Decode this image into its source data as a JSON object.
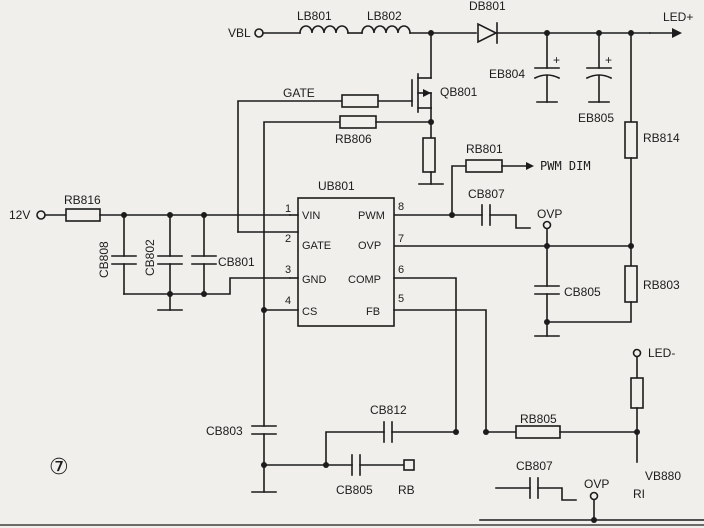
{
  "colors": {
    "ink": "#1c1c1c",
    "paper": "#f1efec"
  },
  "rails": {
    "vbl": "VBL",
    "v12": "12V",
    "led_plus": "LED+",
    "led_minus": "LED-",
    "gate_net": "GATE",
    "pwm_dim": "PWM DIM",
    "ovp_top": "OVP",
    "ovp_bottom": "OVP"
  },
  "ic": {
    "name": "UB801",
    "left_pins": [
      {
        "num": "1",
        "name": "VIN"
      },
      {
        "num": "2",
        "name": "GATE"
      },
      {
        "num": "3",
        "name": "GND"
      },
      {
        "num": "4",
        "name": "CS"
      }
    ],
    "right_pins": [
      {
        "num": "8",
        "name": "PWM"
      },
      {
        "num": "7",
        "name": "OVP"
      },
      {
        "num": "6",
        "name": "COMP"
      },
      {
        "num": "5",
        "name": "FB"
      }
    ]
  },
  "components": {
    "lb801": "LB801",
    "lb802": "LB802",
    "db801": "DB801",
    "eb804": "EB804",
    "eb805": "EB805",
    "qb801": "QB801",
    "rb806": "RB806",
    "rb801": "RB801",
    "cb807_top": "CB807",
    "rb814": "RB814",
    "rb803": "RB803",
    "cb805_right": "CB805",
    "rb816": "RB816",
    "cb808": "CB808",
    "cb802": "CB802",
    "cb801": "CB801",
    "cb803": "CB803",
    "cb812": "CB812",
    "cb805_bottom": "CB805",
    "rb_bottom": "RB",
    "rb805": "RB805",
    "cb807_bottom": "CB807",
    "vb880": "VB880",
    "stray": "RI"
  },
  "page_marker": "⑦"
}
